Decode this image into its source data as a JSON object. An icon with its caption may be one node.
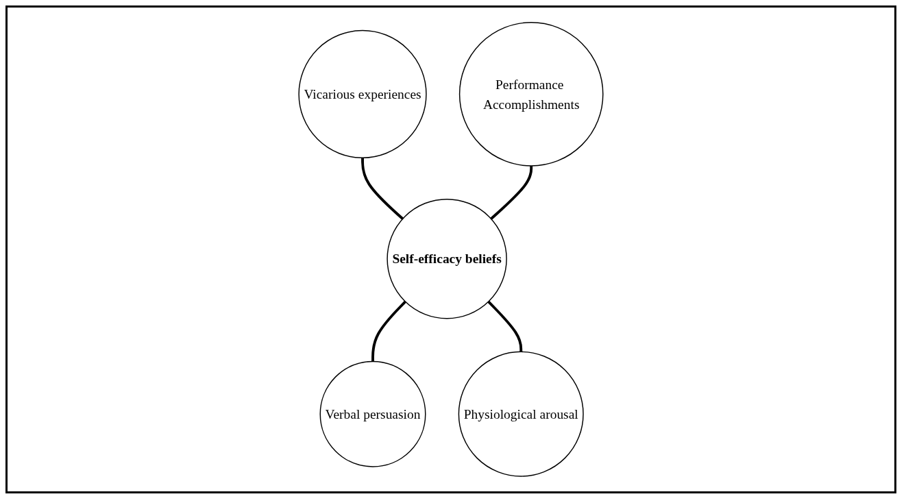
{
  "diagram": {
    "nodes": [
      {
        "text": [
          "Vicarious experiences"
        ]
      },
      {
        "text": [
          "Performance Accomplishments"
        ]
      },
      {
        "text": [
          "Self-efficacy beliefs"
        ]
      },
      {
        "text": [
          "Verbal persuasion"
        ]
      },
      {
        "text": [
          "Physiological arousal"
        ]
      }
    ],
    "edges": [
      {
        "from": 0,
        "to": 2,
        "arrow": "none"
      },
      {
        "from": 1,
        "to": 2,
        "arrow": "none"
      },
      {
        "from": 2,
        "to": 3,
        "arrow": "none"
      },
      {
        "from": 2,
        "to": 4,
        "arrow": "none"
      }
    ]
  }
}
